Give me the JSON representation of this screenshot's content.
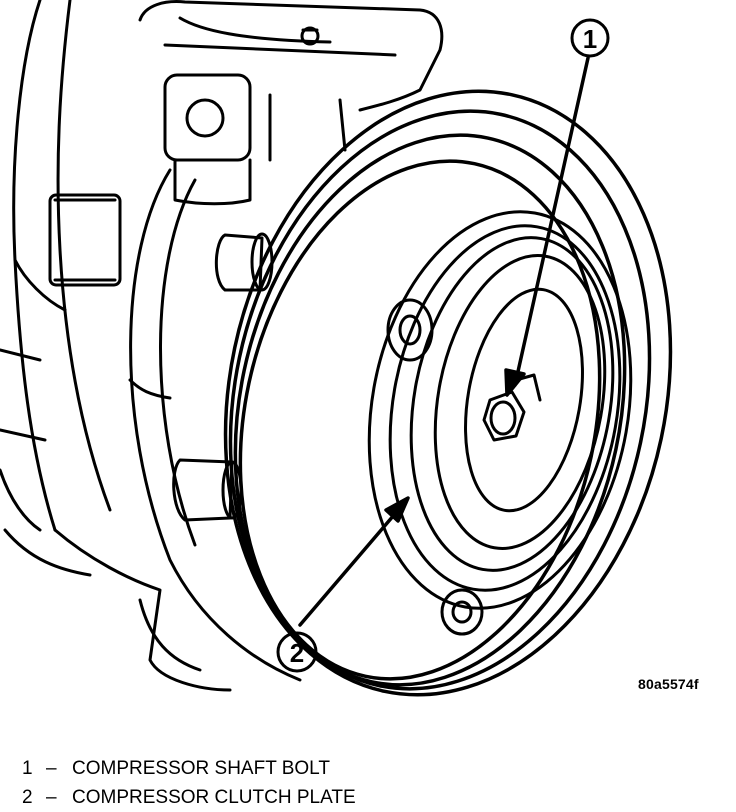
{
  "figure": {
    "reference_code": "80a5574f",
    "callouts": [
      {
        "number": "1"
      },
      {
        "number": "2"
      }
    ]
  },
  "legend": {
    "separator": "–",
    "items": [
      {
        "number": "1",
        "label": "COMPRESSOR SHAFT BOLT"
      },
      {
        "number": "2",
        "label": "COMPRESSOR CLUTCH PLATE"
      }
    ]
  },
  "colors": {
    "ink": "#000000",
    "paper": "#ffffff"
  }
}
